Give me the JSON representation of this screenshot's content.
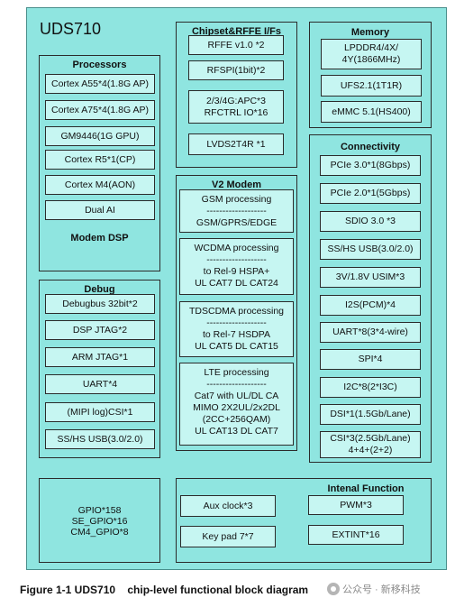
{
  "chip": {
    "title": "UDS710"
  },
  "processors": {
    "title": "Processors",
    "items": [
      "Cortex A55*4(1.8G AP)",
      "Cortex A75*4(1.8G AP)",
      "GM9446(1G GPU)",
      "Cortex R5*1(CP)",
      "Cortex M4(AON)",
      "Dual AI"
    ],
    "footer": "Modem DSP"
  },
  "debug": {
    "title": "Debug",
    "items": [
      "Debugbus 32bit*2",
      "DSP JTAG*2",
      "ARM JTAG*1",
      "UART*4",
      "(MIPI log)CSI*1",
      "SS/HS USB(3.0/2.0)"
    ]
  },
  "gpio": {
    "text": "GPIO*158\nSE_GPIO*16\nCM4_GPIO*8"
  },
  "chipset": {
    "title": "Chipset&RFFE I/Fs",
    "items": [
      "RFFE v1.0 *2",
      "RFSPI(1bit)*2",
      "2/3/4G:APC*3\nRFCTRL IO*16",
      "LVDS2T4R *1"
    ]
  },
  "modem": {
    "title": "V2 Modem",
    "items": [
      "GSM processing\n-------------------\nGSM/GPRS/EDGE",
      "WCDMA  processing\n-------------------\nto Rel-9 HSPA+\nUL CAT7 DL CAT24",
      "TDSCDMA  processing\n-------------------\nto Rel-7 HSDPA\nUL CAT5 DL CAT15",
      "LTE  processing\n-------------------\nCat7 with UL/DL CA\nMIMO 2X2UL/2x2DL\n(2CC+256QAM)\nUL CAT13 DL CAT7"
    ]
  },
  "memory": {
    "title": "Memory",
    "items": [
      "LPDDR4/4X/\n4Y(1866MHz)",
      "UFS2.1(1T1R)",
      "eMMC 5.1(HS400)"
    ]
  },
  "connectivity": {
    "title": "Connectivity",
    "items": [
      "PCIe 3.0*1(8Gbps)",
      "PCIe 2.0*1(5Gbps)",
      "SDIO 3.0 *3",
      "SS/HS USB(3.0/2.0)",
      "3V/1.8V USIM*3",
      "I2S(PCM)*4",
      "UART*8(3*4-wire)",
      "SPI*4",
      "I2C*8(2*I3C)",
      "DSI*1(1.5Gb/Lane)",
      "CSI*3(2.5Gb/Lane)\n4+4+(2+2)"
    ]
  },
  "internal": {
    "title": "Intenal Function",
    "items": [
      "Aux clock*3",
      "Key pad 7*7",
      "PWM*3",
      "EXTINT*16"
    ]
  },
  "caption": "Figure 1-1 UDS710    chip-level functional block diagram",
  "watermark": "公众号 · 新移科技",
  "watermark_icon": "wechat-icon"
}
